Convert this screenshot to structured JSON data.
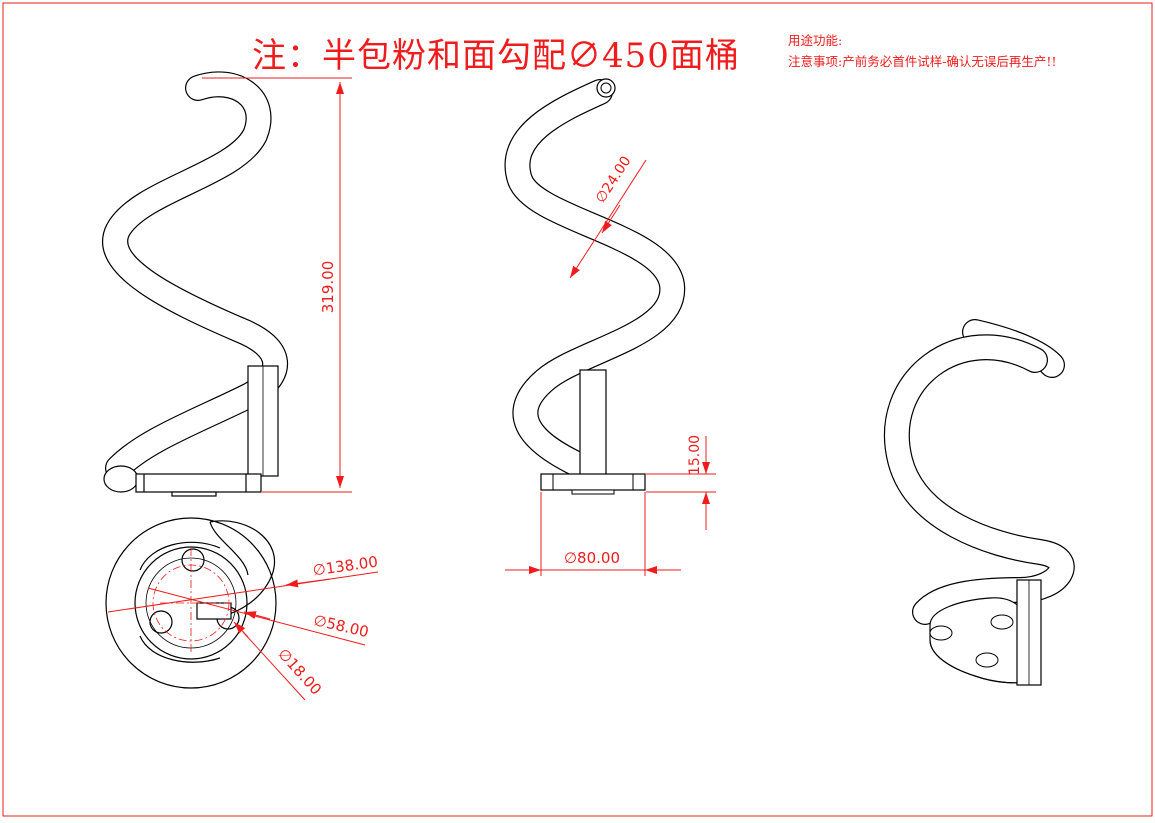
{
  "drawing": {
    "title": "注：半包粉和面勾配∅450面桶",
    "note_usage": "用途功能:",
    "note_caution": "注意事项:产前务必首件试样-确认无误后再生产!!",
    "accent_color": "#ee1c1c",
    "line_color": "#000000"
  },
  "dimensions": {
    "height": "319.00",
    "tube_diameter": "∅24.00",
    "base_height": "15.00",
    "base_diameter": "∅80.00",
    "outer_diameter": "∅138.00",
    "pitch_diameter": "∅58.00",
    "hole_diameter": "∅18.00"
  }
}
